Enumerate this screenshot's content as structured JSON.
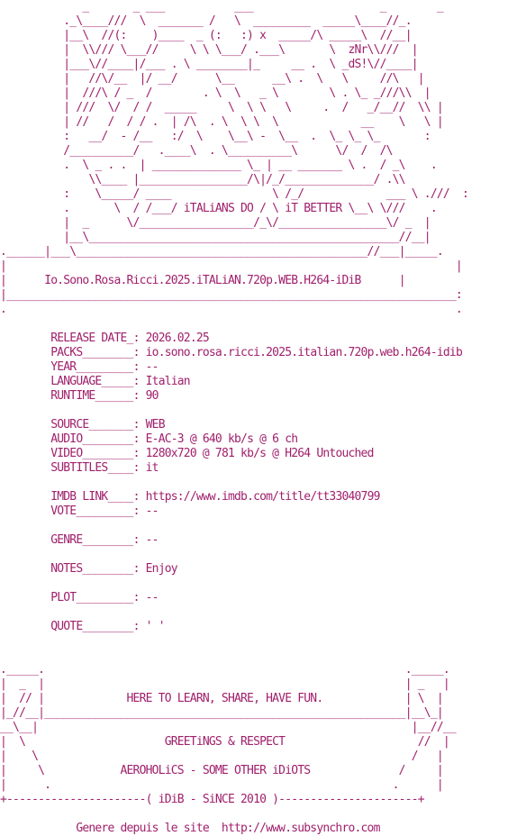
{
  "document": {
    "logo_art": [
      "             _       _ ___           ___                    _        _",
      "          ._\\____///  \\  _______ /   \\  _________  _____\\____//_.",
      "          |__\\  //(:    )____  _ (:   :) x  _____/\\ _____\\  //__|",
      "          |  \\\\/// \\___//     \\ \\ \\___/ .___\\       \\  zNr\\\\///  |",
      "          |___\\//____|/___ . \\ ________|_     __ .  \\ _dS!\\//____|",
      "          |   //\\/__  |/ __/      \\__      __\\ .  \\   \\     //\\   |",
      "          |  ///\\ / _  /        . \\  \\   _ \\        \\ . \\_ _///\\\\  |",
      "          | ///  \\/  / /  _____     \\  \\ \\   \\     .  /   _/__//  \\\\ |",
      "          | //   /  / / .  | /\\  . \\  \\ \\  \\             __    \\   \\ |",
      "          :   __/  - /__   :/  \\    \\__\\ -  \\__  .  \\_ \\_ \\_       :",
      "          /__________/   .____\\  . \\__________\\      \\/  /  /\\",
      "          .  \\ _ . .  | ______________ \\_ | __ _______ \\ .  / _\\    .",
      "              \\\\____ |_________________/\\|/_/______________/ .\\\\",
      "          :    \\_____/ ____                \\ /_/             ___ \\ .///  :",
      "          .       \\  / /___/ iTALiANS DO / \\ iT BETTER \\__\\ \\///    .",
      "          |  _      \\/__________________/_\\/_________________\\/ _  |",
      "          |__\\_________________________________________________//__|"
    ],
    "top_border": ".______|___\\______________________________________________//___|_____.",
    "title_top_pad": "|                                                                       |",
    "release_name": "Io.Sono.Rosa.Ricci.2025.iTALiAN.720p.WEB.H264-iDiB",
    "title_bottom": "|_______________________________________________________________________:",
    "title_dot": ".                                                                       .",
    "fields": [
      {
        "label": "RELEASE DATE_",
        "value": "2026.02.25"
      },
      {
        "label": "PACKS________",
        "value": "io.sono.rosa.ricci.2025.italian.720p.web.h264-idib"
      },
      {
        "label": "YEAR_________",
        "value": "--"
      },
      {
        "label": "LANGUAGE_____",
        "value": "Italian"
      },
      {
        "label": "RUNTIME______",
        "value": "90"
      },
      {
        "label": "",
        "value": ""
      },
      {
        "label": "SOURCE_______",
        "value": "WEB"
      },
      {
        "label": "AUDIO________",
        "value": "E-AC-3 @ 640 kb/s @ 6 ch"
      },
      {
        "label": "VIDEO________",
        "value": "1280x720 @ 781 kb/s @ H264 Untouched"
      },
      {
        "label": "SUBTITLES____",
        "value": "it"
      },
      {
        "label": "",
        "value": ""
      },
      {
        "label": "IMDB LINK____",
        "value": "https://www.imdb.com/title/tt33040799"
      },
      {
        "label": "VOTE_________",
        "value": "--"
      },
      {
        "label": "",
        "value": ""
      },
      {
        "label": "GENRE________",
        "value": "--"
      },
      {
        "label": "",
        "value": ""
      },
      {
        "label": "NOTES________",
        "value": "Enjoy"
      },
      {
        "label": "",
        "value": ""
      },
      {
        "label": "PLOT_________",
        "value": "--"
      },
      {
        "label": "",
        "value": ""
      },
      {
        "label": "QUOTE________",
        "value": "' '"
      }
    ],
    "bottom_art": [
      "._____.                                                         ._____.",
      "|  _  |                                                         | _   |",
      "|  // |             HERE TO LEARN, SHARE, HAVE FUN.             | \\  |",
      "|_//__|_________________________________________________________|__\\_|",
      "__\\__|                                                           |__//__",
      "|  \\                      GREETiNGS & RESPECT                     //  |",
      "|    \\                                                           /   |",
      "|     \\            AEROHOLiCS - SOME OTHER iDiOTS              /     |",
      "|      .                                                      .      |",
      "+----------------------( iDiB - SiNCE 2010 )----------------------+"
    ],
    "footer": "            Genere depuis le site  http://www.subsynchro.com"
  }
}
